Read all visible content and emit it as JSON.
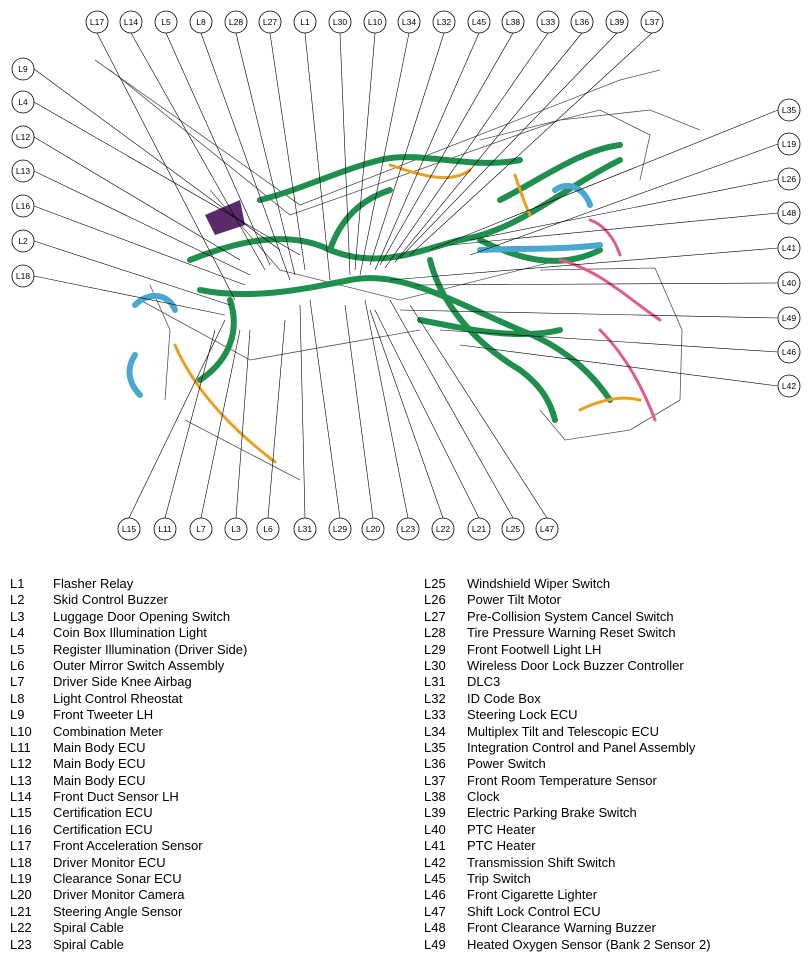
{
  "callouts_top": [
    "L17",
    "L14",
    "L5",
    "L8",
    "L28",
    "L27",
    "L1",
    "L30",
    "L10",
    "L34",
    "L32",
    "L45",
    "L38",
    "L33",
    "L36",
    "L39",
    "L37"
  ],
  "callouts_left": [
    "L9",
    "L4",
    "L12",
    "L13",
    "L16",
    "L2",
    "L18"
  ],
  "callouts_right": [
    "L35",
    "L19",
    "L26",
    "L48",
    "L41",
    "L40",
    "L49",
    "L46",
    "L42"
  ],
  "callouts_bottom": [
    "L15",
    "L11",
    "L7",
    "L3",
    "L6",
    "L31",
    "L29",
    "L20",
    "L23",
    "L22",
    "L21",
    "L25",
    "L47"
  ],
  "colors": {
    "harness": "#1f8f4e",
    "cyan": "#4aa8d0",
    "orange": "#e8a020",
    "pink": "#e05a8a",
    "purple": "#5a2a6a",
    "outline": "#555555"
  },
  "legend_left": [
    {
      "code": "L1",
      "name": "Flasher Relay"
    },
    {
      "code": "L2",
      "name": "Skid Control Buzzer"
    },
    {
      "code": "L3",
      "name": "Luggage Door Opening Switch"
    },
    {
      "code": "L4",
      "name": "Coin Box Illumination Light"
    },
    {
      "code": "L5",
      "name": "Register Illumination (Driver Side)"
    },
    {
      "code": "L6",
      "name": "Outer Mirror Switch Assembly"
    },
    {
      "code": "L7",
      "name": "Driver Side Knee Airbag"
    },
    {
      "code": "L8",
      "name": "Light Control Rheostat"
    },
    {
      "code": "L9",
      "name": "Front Tweeter LH"
    },
    {
      "code": "L10",
      "name": "Combination Meter"
    },
    {
      "code": "L11",
      "name": "Main Body ECU"
    },
    {
      "code": "L12",
      "name": "Main Body ECU"
    },
    {
      "code": "L13",
      "name": "Main Body ECU"
    },
    {
      "code": "L14",
      "name": "Front Duct Sensor LH"
    },
    {
      "code": "L15",
      "name": "Certification ECU"
    },
    {
      "code": "L16",
      "name": "Certification ECU"
    },
    {
      "code": "L17",
      "name": "Front Acceleration Sensor"
    },
    {
      "code": "L18",
      "name": "Driver Monitor ECU"
    },
    {
      "code": "L19",
      "name": "Clearance Sonar ECU"
    },
    {
      "code": "L20",
      "name": "Driver Monitor Camera"
    },
    {
      "code": "L21",
      "name": "Steering Angle Sensor"
    },
    {
      "code": "L22",
      "name": "Spiral Cable"
    },
    {
      "code": "L23",
      "name": "Spiral Cable"
    }
  ],
  "legend_right": [
    {
      "code": "L25",
      "name": "Windshield Wiper Switch"
    },
    {
      "code": "L26",
      "name": "Power Tilt Motor"
    },
    {
      "code": "L27",
      "name": "Pre-Collision System Cancel Switch"
    },
    {
      "code": "L28",
      "name": "Tire Pressure Warning Reset Switch"
    },
    {
      "code": "L29",
      "name": "Front Footwell Light LH"
    },
    {
      "code": "L30",
      "name": "Wireless Door Lock Buzzer Controller"
    },
    {
      "code": "L31",
      "name": "DLC3"
    },
    {
      "code": "L32",
      "name": "ID Code Box"
    },
    {
      "code": "L33",
      "name": "Steering Lock ECU"
    },
    {
      "code": "L34",
      "name": "Multiplex Tilt and Telescopic ECU"
    },
    {
      "code": "L35",
      "name": "Integration Control and Panel Assembly"
    },
    {
      "code": "L36",
      "name": "Power Switch"
    },
    {
      "code": "L37",
      "name": "Front Room Temperature Sensor"
    },
    {
      "code": "L38",
      "name": "Clock"
    },
    {
      "code": "L39",
      "name": "Electric Parking Brake Switch"
    },
    {
      "code": "L40",
      "name": "PTC Heater"
    },
    {
      "code": "L41",
      "name": "PTC Heater"
    },
    {
      "code": "L42",
      "name": "Transmission Shift Switch"
    },
    {
      "code": "L45",
      "name": "Trip Switch"
    },
    {
      "code": "L46",
      "name": "Front Cigarette Lighter"
    },
    {
      "code": "L47",
      "name": "Shift Lock Control ECU"
    },
    {
      "code": "L48",
      "name": "Front Clearance Warning Buzzer"
    },
    {
      "code": "L49",
      "name": "Heated Oxygen Sensor (Bank 2 Sensor 2)"
    }
  ]
}
